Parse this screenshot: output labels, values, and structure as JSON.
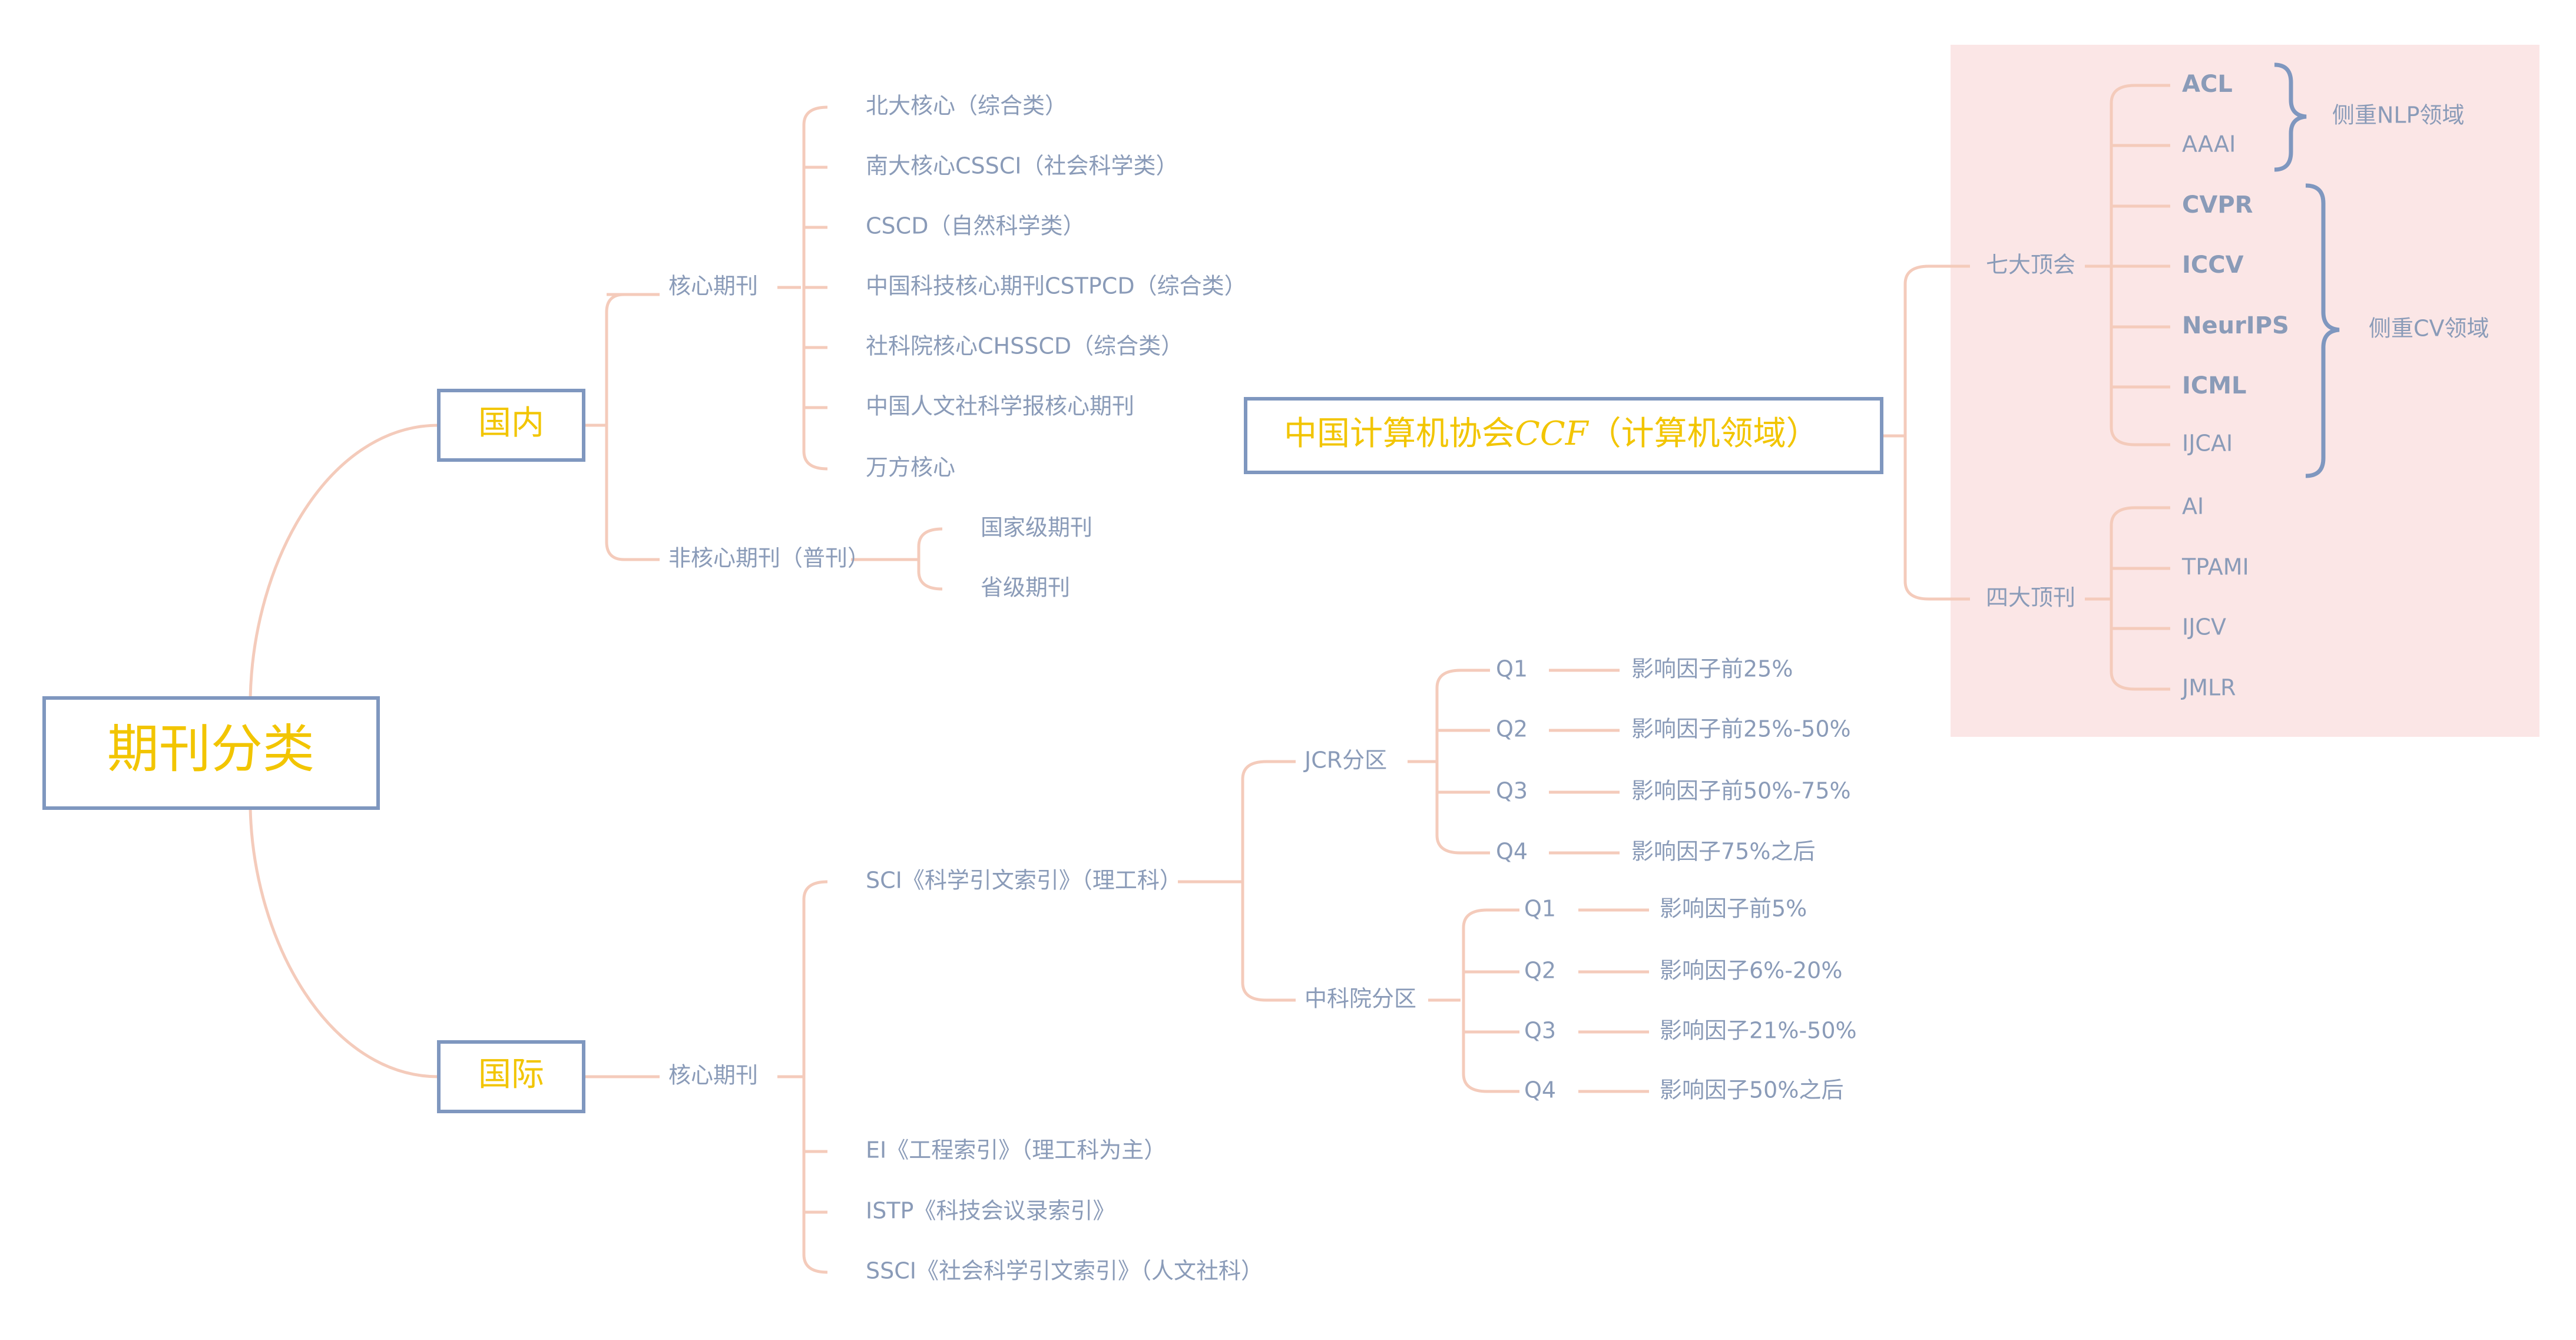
{
  "root": {
    "title": "期刊分类"
  },
  "domestic": {
    "label": "国内",
    "core": {
      "label": "核心期刊",
      "items": [
        "北大核心（综合类）",
        "南大核心CSSCI（社会科学类）",
        "CSCD（自然科学类）",
        "中国科技核心期刊CSTPCD（综合类）",
        "社科院核心CHSSCD（综合类）",
        "中国人文社科学报核心期刊",
        "万方核心"
      ]
    },
    "noncore": {
      "label": "非核心期刊（普刊）",
      "items": [
        "国家级期刊",
        "省级期刊"
      ]
    }
  },
  "intl": {
    "label": "国际",
    "core": {
      "label": "核心期刊",
      "sci": {
        "label": "SCI《科学引文索引》（理工科）"
      },
      "others": [
        "EI《工程索引》（理工科为主）",
        "ISTP《科技会议录索引》",
        "SSCI《社会科学引文索引》（人文社科）"
      ]
    },
    "jcr": {
      "label": "JCR分区",
      "quartiles": [
        {
          "q": "Q1",
          "desc": "影响因子前25%"
        },
        {
          "q": "Q2",
          "desc": "影响因子前25%-50%"
        },
        {
          "q": "Q3",
          "desc": "影响因子前50%-75%"
        },
        {
          "q": "Q4",
          "desc": "影响因子75%之后"
        }
      ]
    },
    "cas": {
      "label": "中科院分区",
      "quartiles": [
        {
          "q": "Q1",
          "desc": "影响因子前5%"
        },
        {
          "q": "Q2",
          "desc": "影响因子6%-20%"
        },
        {
          "q": "Q3",
          "desc": "影响因子21%-50%"
        },
        {
          "q": "Q4",
          "desc": "影响因子50%之后"
        }
      ]
    }
  },
  "ccf": {
    "label": "中国计算机协会",
    "italic": "CCF",
    "suffix": "（计算机领域）",
    "top7": {
      "label": "七大顶会",
      "items": [
        "ACL",
        "AAAI",
        "CVPR",
        "ICCV",
        "NeurIPS",
        "ICML",
        "IJCAI"
      ],
      "nlp_label": "侧重NLP领域",
      "cv_label": "侧重CV领域"
    },
    "top4": {
      "label": "四大顶刊",
      "items": [
        "AI",
        "TPAMI",
        "IJCV",
        "JMLR"
      ]
    }
  },
  "colors": {
    "accent_text": "#f2c500",
    "node_border": "#7f97bf",
    "connector": "#f4cbbb",
    "label_text": "#8a9bb8",
    "highlight_bg": "#fbe6e6"
  }
}
